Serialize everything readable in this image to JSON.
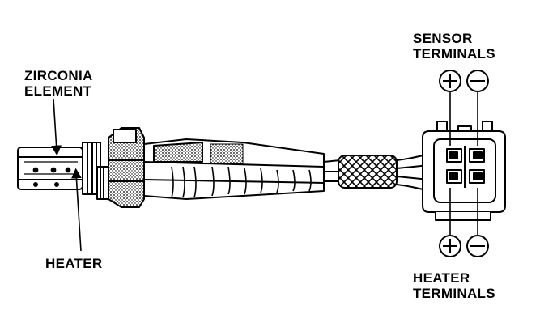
{
  "labels": {
    "zirconia_line1": "ZIRCONIA",
    "zirconia_line2": "ELEMENT",
    "heater": "HEATER",
    "sensor_line1": "SENSOR",
    "sensor_line2": "TERMINALS",
    "heater_term_line1": "HEATER",
    "heater_term_line2": "TERMINALS"
  },
  "icons": {
    "plus": "plus-circle-icon",
    "minus": "minus-circle-icon"
  },
  "colors": {
    "ink": "#000000",
    "paper": "#ffffff"
  }
}
